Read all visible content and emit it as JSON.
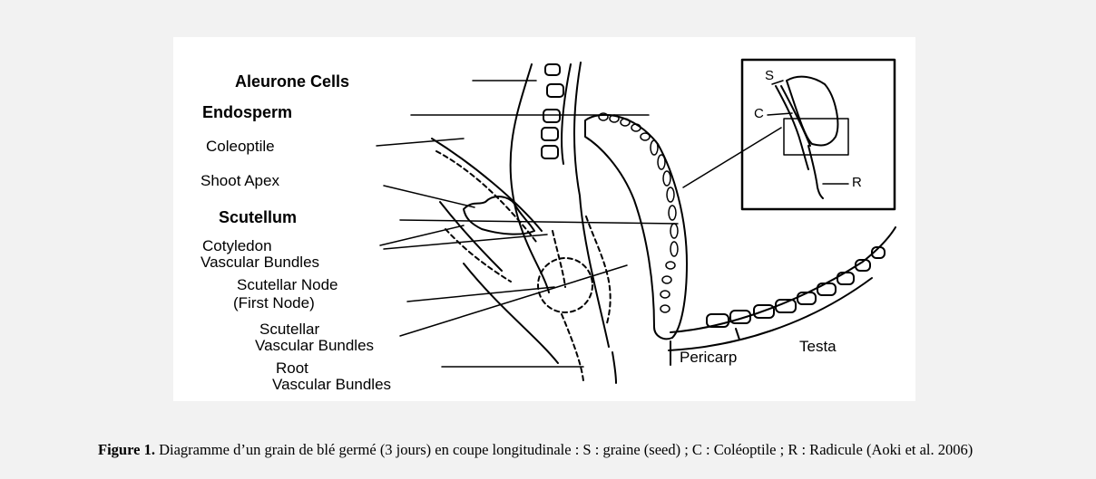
{
  "diagram": {
    "labels": {
      "aleurone_cells": "Aleurone Cells",
      "endosperm": "Endosperm",
      "coleoptile": "Coleoptile",
      "shoot_apex": "Shoot Apex",
      "scutellum": "Scutellum",
      "cotyledon_vb_1": "Cotyledon",
      "cotyledon_vb_2": "Vascular Bundles",
      "scutellar_node_1": "Scutellar Node",
      "scutellar_node_2": "(First Node)",
      "scutellar_vb_1": "Scutellar",
      "scutellar_vb_2": "Vascular Bundles",
      "root_vb_1": "Root",
      "root_vb_2": "Vascular Bundles",
      "pericarp": "Pericarp",
      "testa": "Testa"
    },
    "inset": {
      "s": "S",
      "c": "C",
      "r": "R"
    }
  },
  "caption": {
    "label": "Figure 1.",
    "text": " Diagramme d’un grain de blé germé (3 jours) en coupe longitudinale : S : graine (seed) ; C : Coléoptile ; R : Radicule (Aoki et al. 2006)"
  }
}
